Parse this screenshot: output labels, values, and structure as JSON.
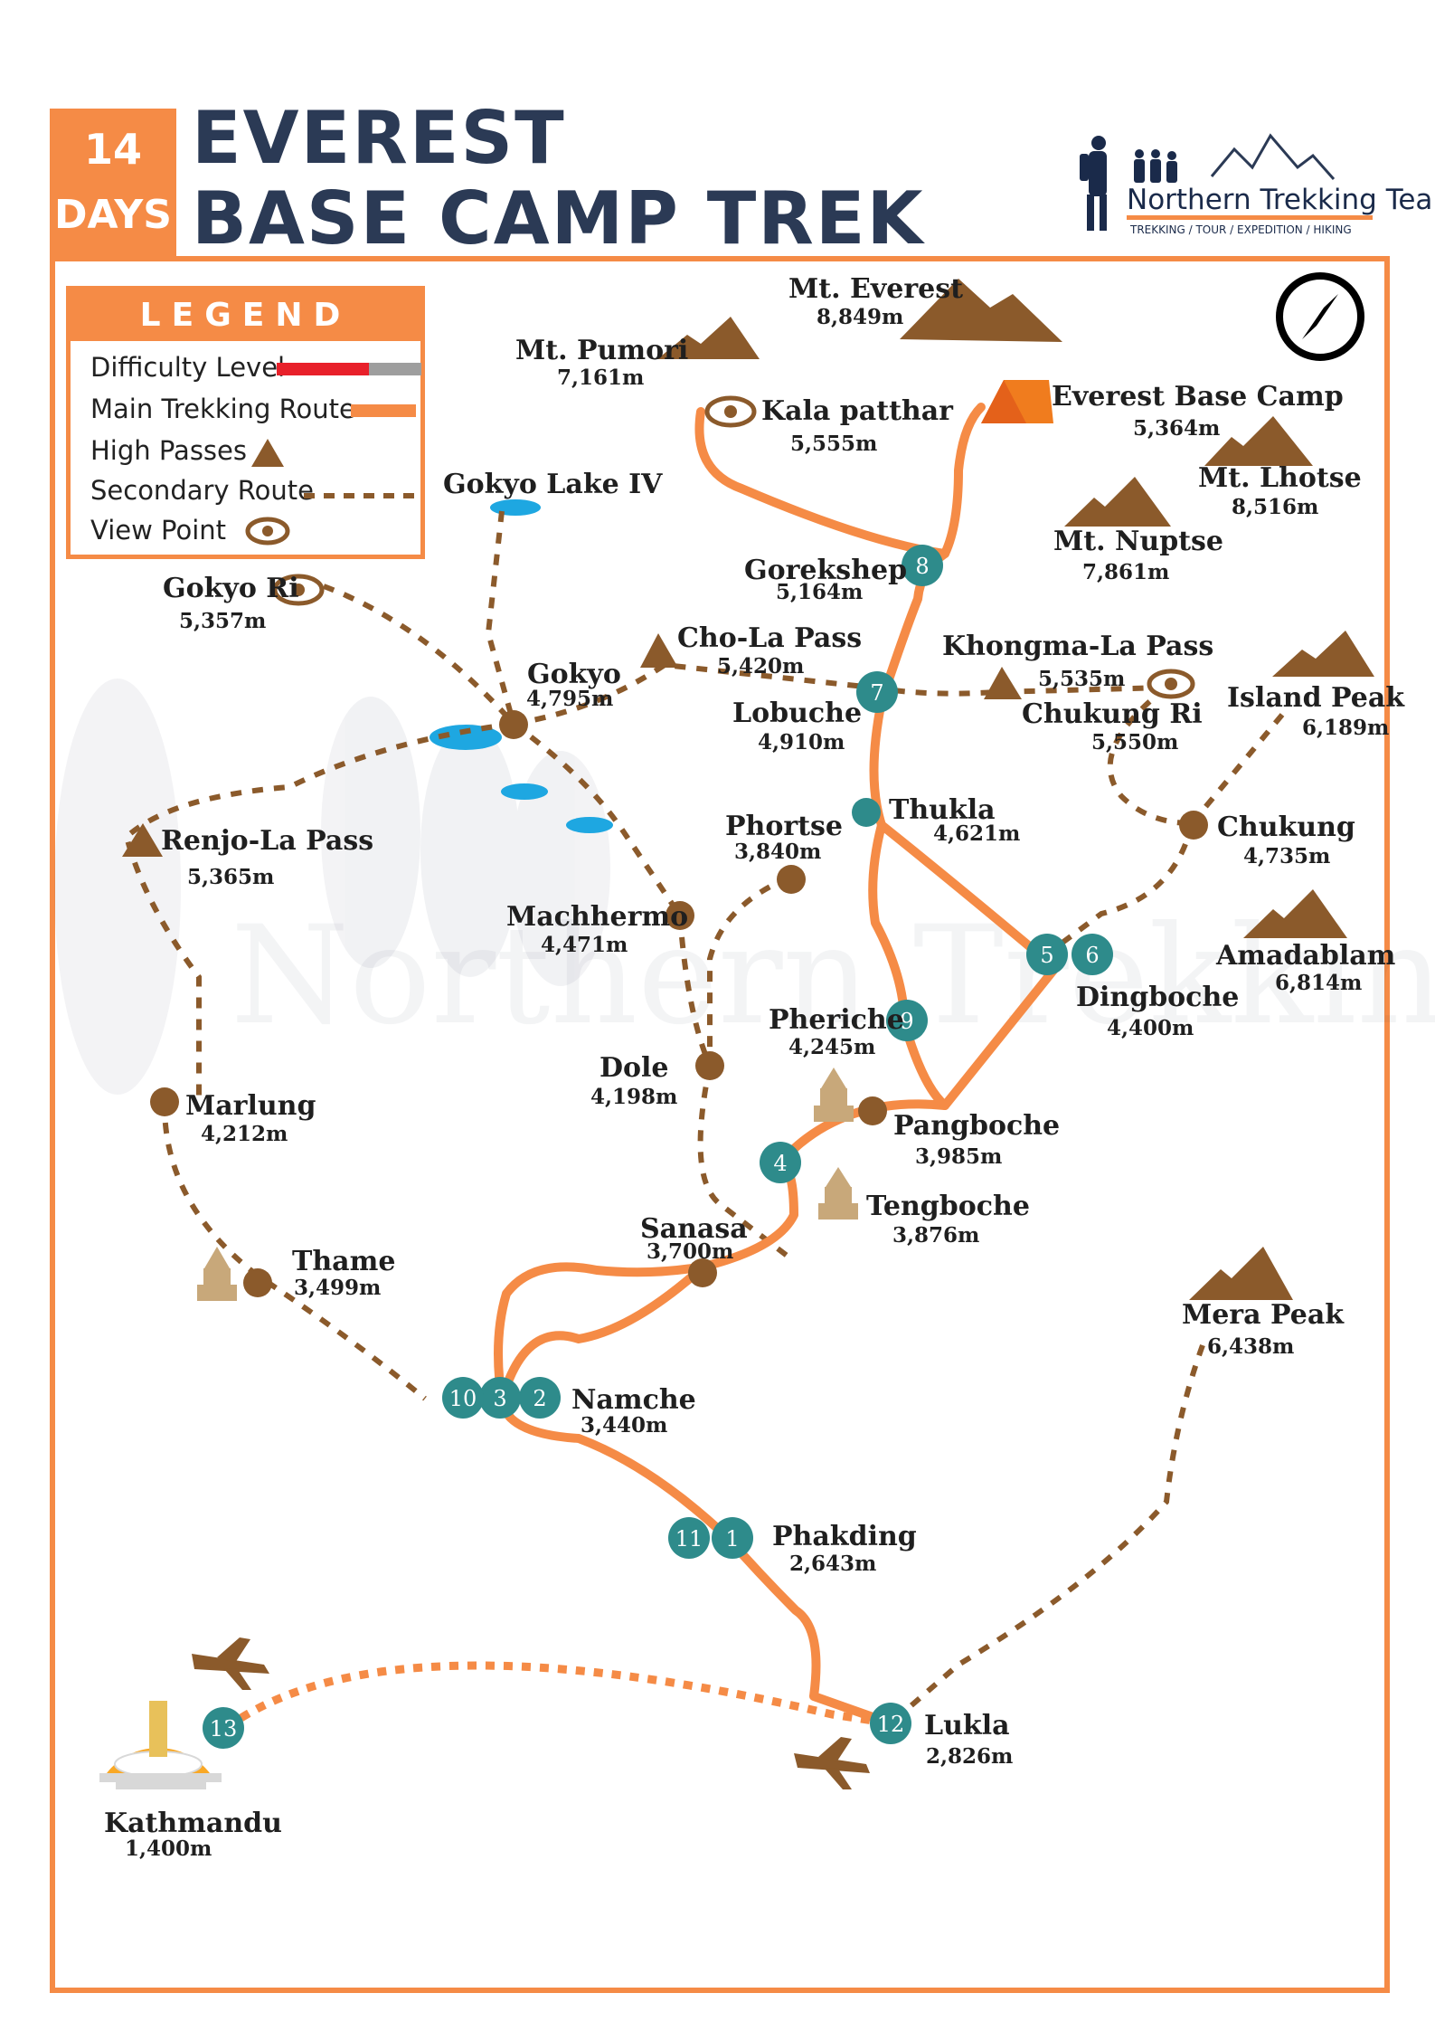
{
  "header": {
    "days_number": "14",
    "days_label": "DAYS",
    "title_line1": "EVEREST",
    "title_line2": "BASE CAMP TREK"
  },
  "brand": {
    "name": "Northern Trekking Team",
    "tagline": "TREKKING / TOUR / EXPEDITION / HIKING"
  },
  "legend": {
    "title": "LEGEND",
    "items": [
      {
        "label": "Difficulty Level",
        "symbol": "difficulty-bar",
        "difficulty_fraction": 0.64
      },
      {
        "label": "Main Trekking Route",
        "symbol": "orange-line"
      },
      {
        "label": "High Passes",
        "symbol": "triangle-icon"
      },
      {
        "label": "Secondary Route",
        "symbol": "dashed-line"
      },
      {
        "label": "View Point",
        "symbol": "eye-icon"
      }
    ]
  },
  "colors": {
    "orange": "#F58B46",
    "teal": "#2E8B8B",
    "brown": "#8B5A2B",
    "navy": "#2B3A55",
    "lake": "#1EA7E1",
    "red": "#E8202A",
    "gray": "#9E9E9E"
  },
  "places": [
    {
      "key": "mt_everest",
      "name": "Mt. Everest",
      "elev": "8,849m"
    },
    {
      "key": "mt_pumori",
      "name": "Mt. Pumori",
      "elev": "7,161m"
    },
    {
      "key": "kala_patthar",
      "name": "Kala patthar",
      "elev": "5,555m"
    },
    {
      "key": "ebc",
      "name": "Everest Base Camp",
      "elev": "5,364m"
    },
    {
      "key": "mt_lhotse",
      "name": "Mt. Lhotse",
      "elev": "8,516m"
    },
    {
      "key": "mt_nuptse",
      "name": "Mt. Nuptse",
      "elev": "7,861m"
    },
    {
      "key": "gokyo_lake",
      "name": "Gokyo Lake IV",
      "elev": ""
    },
    {
      "key": "gokyo_ri",
      "name": "Gokyo Ri",
      "elev": "5,357m"
    },
    {
      "key": "gorekshep",
      "name": "Gorekshep",
      "elev": "5,164m"
    },
    {
      "key": "cho_la",
      "name": "Cho-La Pass",
      "elev": "5,420m"
    },
    {
      "key": "khongma_la",
      "name": "Khongma-La Pass",
      "elev": "5,535m"
    },
    {
      "key": "gokyo",
      "name": "Gokyo",
      "elev": "4,795m"
    },
    {
      "key": "lobuche",
      "name": "Lobuche",
      "elev": "4,910m"
    },
    {
      "key": "chukung_ri",
      "name": "Chukung Ri",
      "elev": "5,550m"
    },
    {
      "key": "island_peak",
      "name": "Island Peak",
      "elev": "6,189m"
    },
    {
      "key": "renjo_la",
      "name": "Renjo-La Pass",
      "elev": "5,365m"
    },
    {
      "key": "thukla",
      "name": "Thukla",
      "elev": "4,621m"
    },
    {
      "key": "phortse",
      "name": "Phortse",
      "elev": "3,840m"
    },
    {
      "key": "chukung",
      "name": "Chukung",
      "elev": "4,735m"
    },
    {
      "key": "machhermo",
      "name": "Machhermo",
      "elev": "4,471m"
    },
    {
      "key": "amadablam",
      "name": "Amadablam",
      "elev": "6,814m"
    },
    {
      "key": "dingboche",
      "name": "Dingboche",
      "elev": "4,400m"
    },
    {
      "key": "pheriche",
      "name": "Pheriche",
      "elev": "4,245m"
    },
    {
      "key": "dole",
      "name": "Dole",
      "elev": "4,198m"
    },
    {
      "key": "marlung",
      "name": "Marlung",
      "elev": "4,212m"
    },
    {
      "key": "pangboche",
      "name": "Pangboche",
      "elev": "3,985m"
    },
    {
      "key": "tengboche",
      "name": "Tengboche",
      "elev": "3,876m"
    },
    {
      "key": "sanasa",
      "name": "Sanasa",
      "elev": "3,700m"
    },
    {
      "key": "thame",
      "name": "Thame",
      "elev": "3,499m"
    },
    {
      "key": "mera_peak",
      "name": "Mera Peak",
      "elev": "6,438m"
    },
    {
      "key": "namche",
      "name": "Namche",
      "elev": "3,440m"
    },
    {
      "key": "phakding",
      "name": "Phakding",
      "elev": "2,643m"
    },
    {
      "key": "lukla",
      "name": "Lukla",
      "elev": "2,826m"
    },
    {
      "key": "kathmandu",
      "name": "Kathmandu",
      "elev": "1,400m"
    }
  ],
  "day_markers": [
    "1",
    "2",
    "3",
    "4",
    "5",
    "6",
    "7",
    "8",
    "9",
    "10",
    "11",
    "12",
    "13"
  ]
}
